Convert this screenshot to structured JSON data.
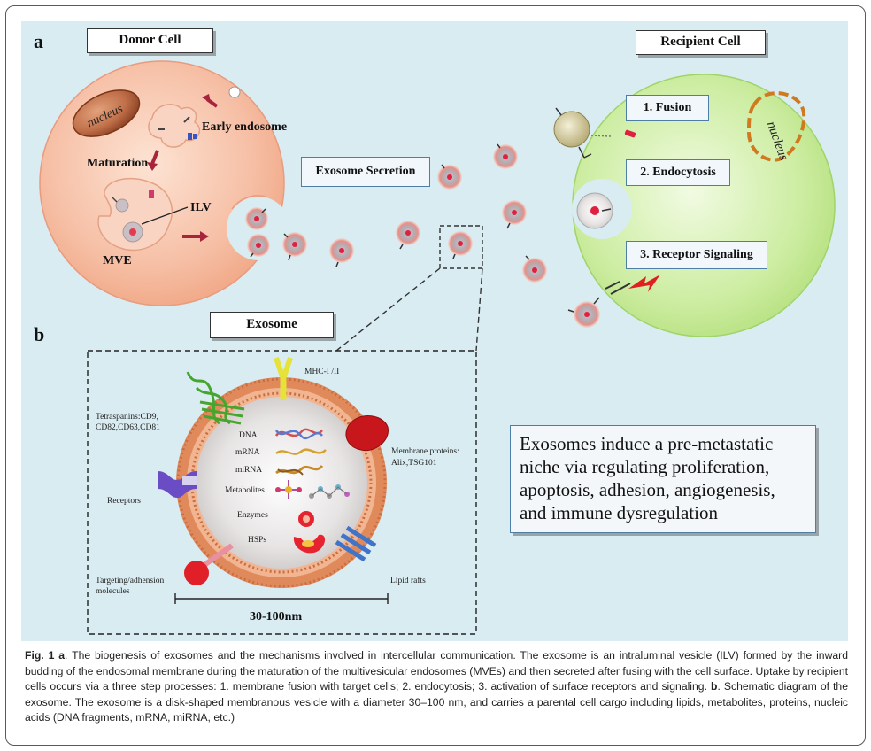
{
  "panel_a": {
    "letter": "a",
    "donor_title": "Donor Cell",
    "recipient_title": "Recipient Cell",
    "nucleus_label": "nucleus",
    "recipient_nucleus_label": "nucleus",
    "early_endosome": "Early endosome",
    "maturation": "Maturation",
    "ilv": "ILV",
    "mve": "MVE",
    "exosome_secretion": "Exosome Secretion",
    "uptake": [
      "1. Fusion",
      "2. Endocytosis",
      "3. Receptor Signaling"
    ]
  },
  "panel_b": {
    "letter": "b",
    "title": "Exosome",
    "labels": {
      "tetraspanins_1": "Tetraspanins:CD9,",
      "tetraspanins_2": "CD82,CD63,CD81",
      "mhc": "MHC-I /II",
      "membrane_proteins_1": "Membrane proteins:",
      "membrane_proteins_2": "Alix,TSG101",
      "receptors": "Receptors",
      "targeting_1": "Targeting/adhension",
      "targeting_2": "molecules",
      "lipid_rafts": "Lipid rafts",
      "dna": "DNA",
      "mrna": "mRNA",
      "mirna": "miRNA",
      "metabolites": "Metabolites",
      "enzymes": "Enzymes",
      "hsps": "HSPs",
      "size": "30-100nm"
    }
  },
  "claim_text": "Exosomes induce a pre-metastatic niche via regulating proliferation, apoptosis, adhesion, angiogenesis, and immune dysregulation",
  "caption": {
    "fig_label": "Fig. 1",
    "a_label": "a",
    "text_a": ". The biogenesis of exosomes and the mechanisms involved in intercellular communication. The exosome is an intraluminal vesicle (ILV) formed by the inward budding of the endosomal membrane during the maturation of the multivesicular endosomes (MVEs) and then secreted after fusing with the cell surface. Uptake by recipient cells occurs via a three step processes: 1. membrane fusion with target cells; 2. endocytosis; 3. activation of surface receptors and signaling. ",
    "b_label": "b",
    "text_b": ". Schematic diagram of the exosome. The exosome is a disk-shaped membranous vesicle with a diameter 30–100 nm, and carries a parental cell cargo including lipids, metabolites, proteins, nucleic acids (DNA fragments, mRNA, miRNA, etc.)"
  },
  "colors": {
    "background": "#d9ecf2",
    "donor_cell": "#f7c3aa",
    "recipient_cell": "#c8ea9c",
    "exosome_membrane": "#dd8a5c",
    "arrow": "#a8243c"
  }
}
